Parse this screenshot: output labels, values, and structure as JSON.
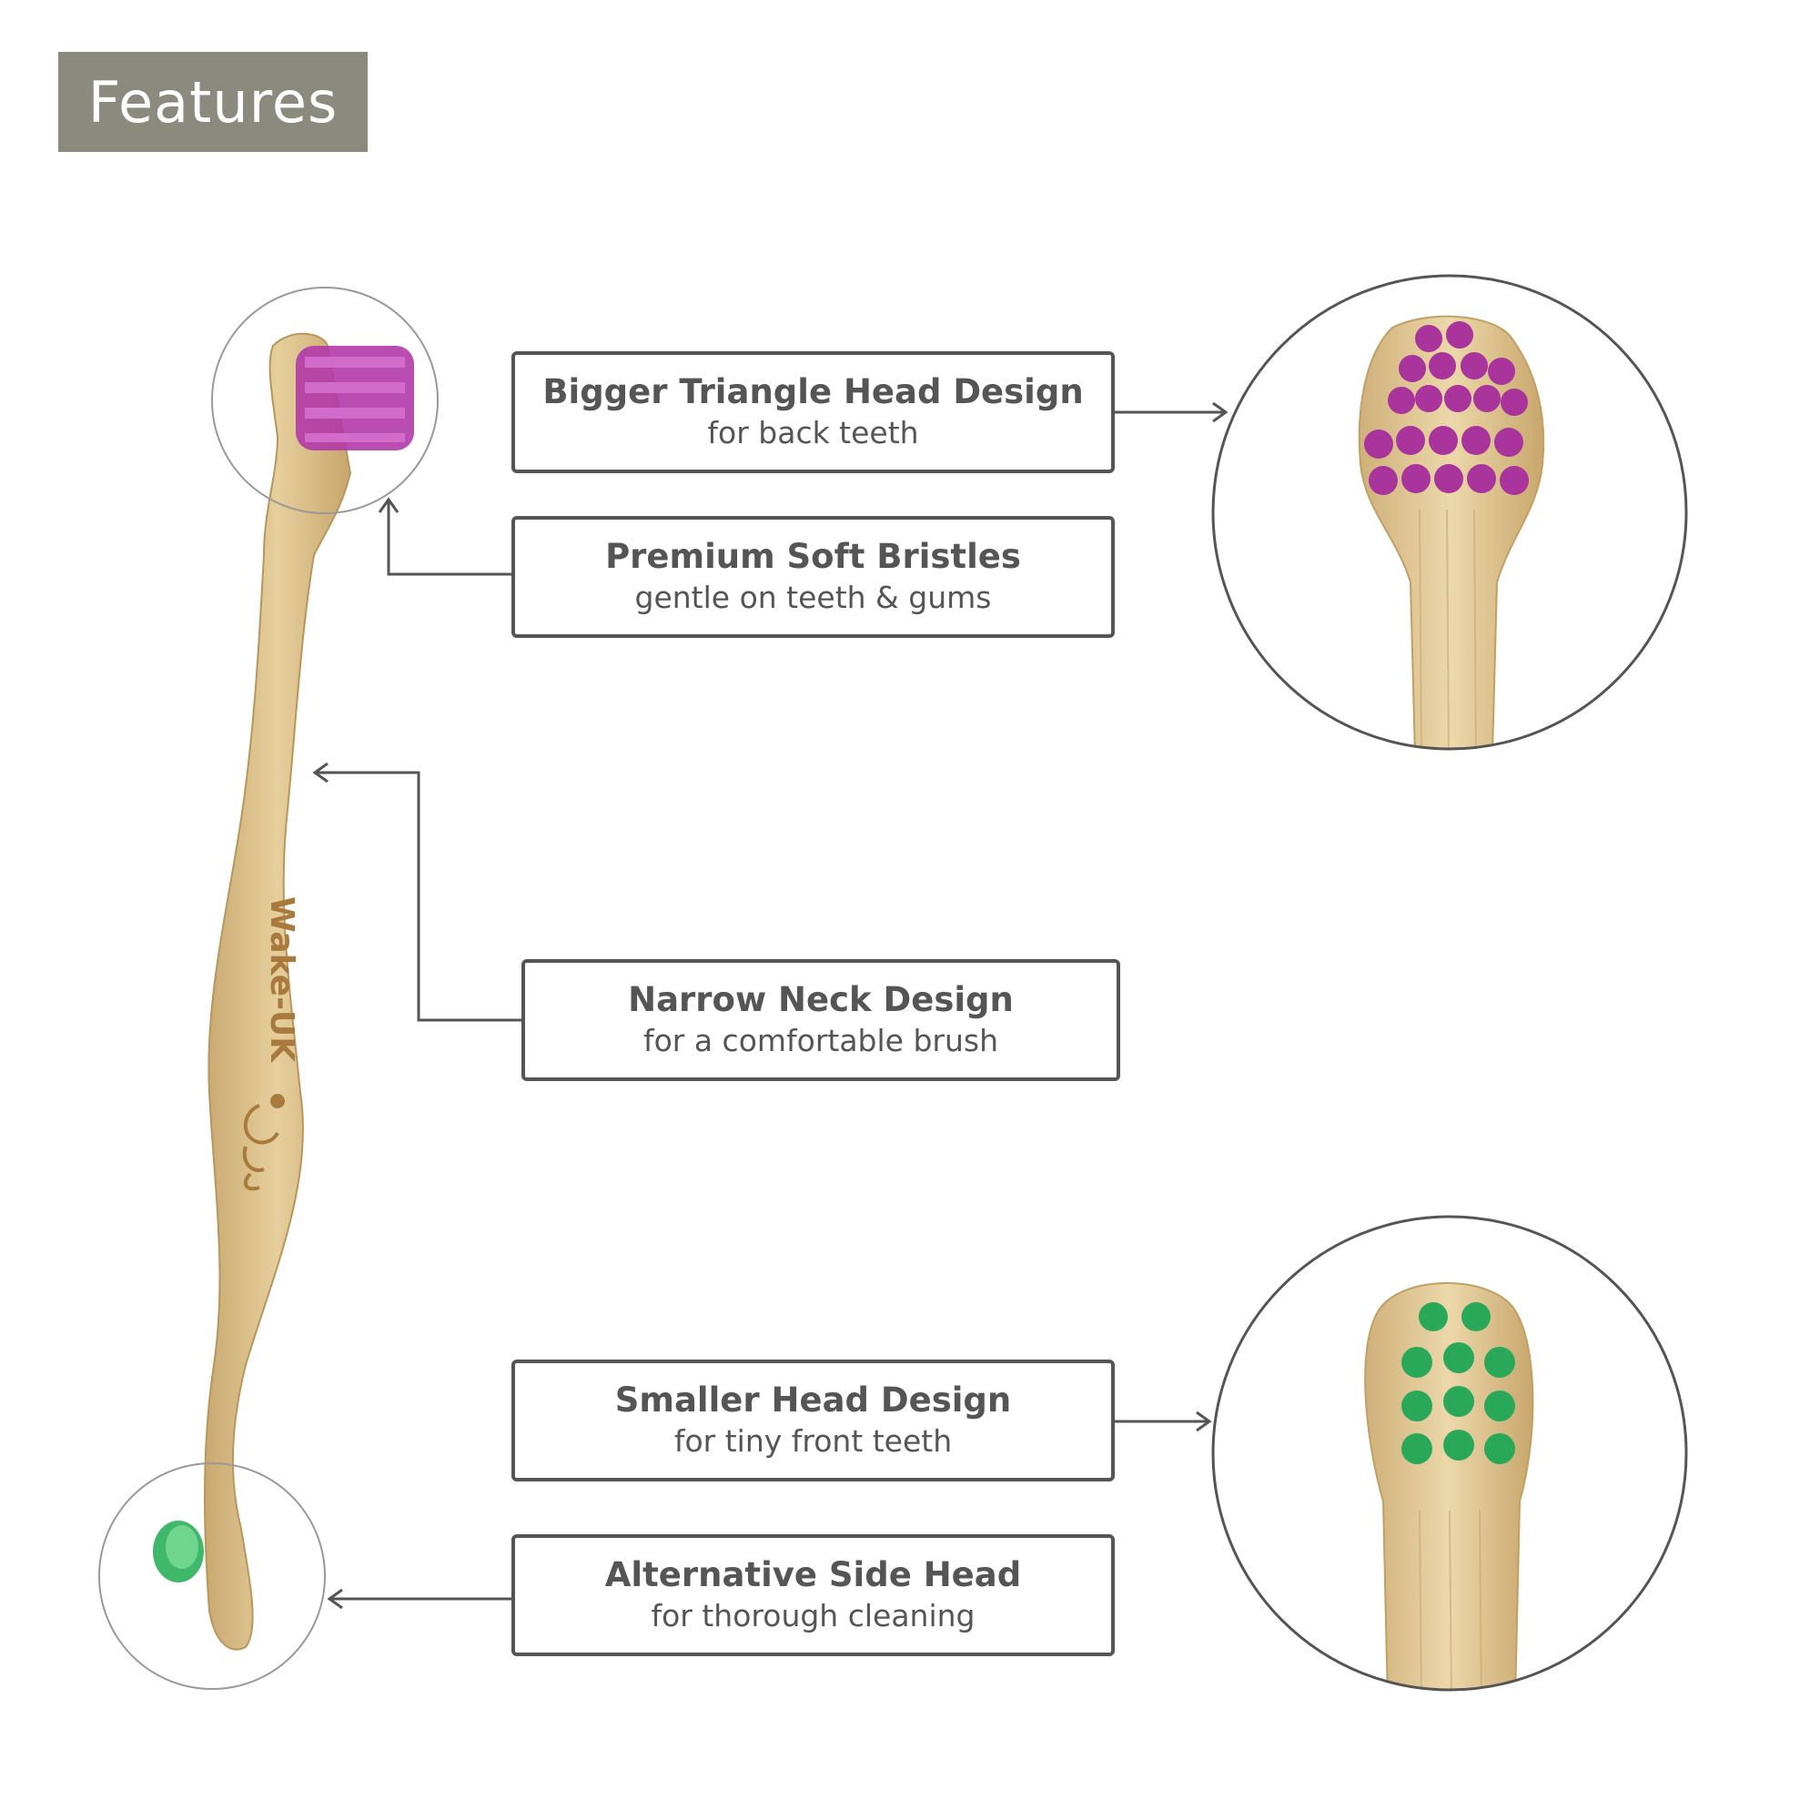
{
  "header": {
    "title": "Features"
  },
  "features": [
    {
      "title": "Bigger Triangle Head Design",
      "subtitle": "for back teeth"
    },
    {
      "title": "Premium Soft Bristles",
      "subtitle": "gentle on teeth & gums"
    },
    {
      "title": "Narrow Neck Design",
      "subtitle": "for a comfortable brush"
    },
    {
      "title": "Smaller Head Design",
      "subtitle": "for tiny front teeth"
    },
    {
      "title": "Alternative Side Head",
      "subtitle": "for thorough cleaning"
    }
  ],
  "brand": {
    "engraving": "Wake-UK"
  },
  "colors": {
    "badge": "#8a8a7e",
    "text": "#555555",
    "bamboo": "#dcc28c",
    "bristle_purple": "#a8349c",
    "bristle_green": "#2aa85a"
  }
}
